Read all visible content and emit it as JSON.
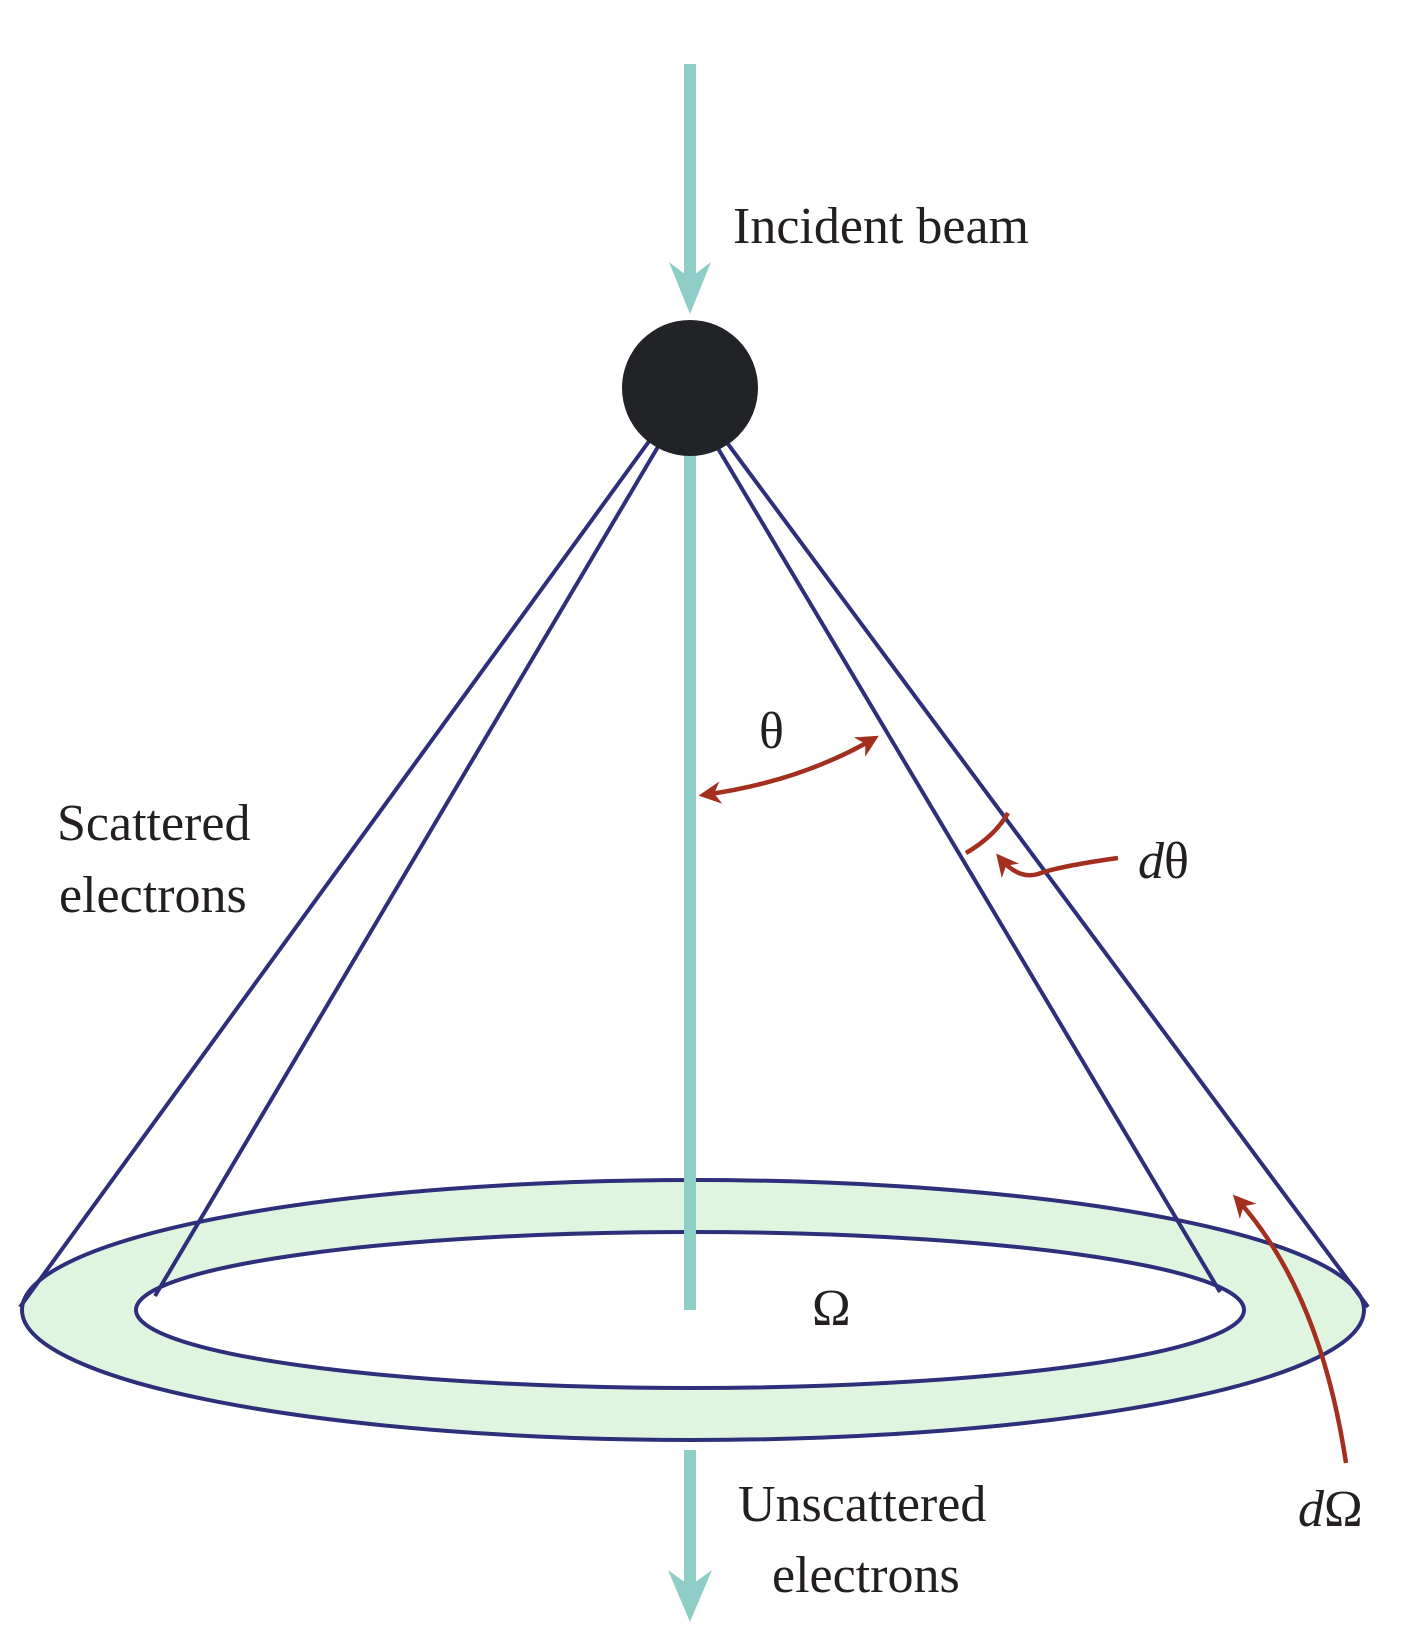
{
  "labels": {
    "incident_beam": "Incident beam",
    "scattered_line1": "Scattered",
    "scattered_line2": "electrons",
    "unscattered_line1": "Unscattered",
    "unscattered_line2": "electrons",
    "theta": "θ",
    "d_theta_prefix": "d",
    "d_theta_symbol": "θ",
    "omega": "Ω",
    "d_omega_prefix": "d",
    "d_omega_symbol": "Ω"
  },
  "colors": {
    "beam": "#8ecdc6",
    "cone_lines": "#2e2f7a",
    "annulus_fill": "#e0f5df",
    "arrow_annotations": "#a3301f",
    "scatterer": "#222326",
    "text": "#231f20"
  }
}
